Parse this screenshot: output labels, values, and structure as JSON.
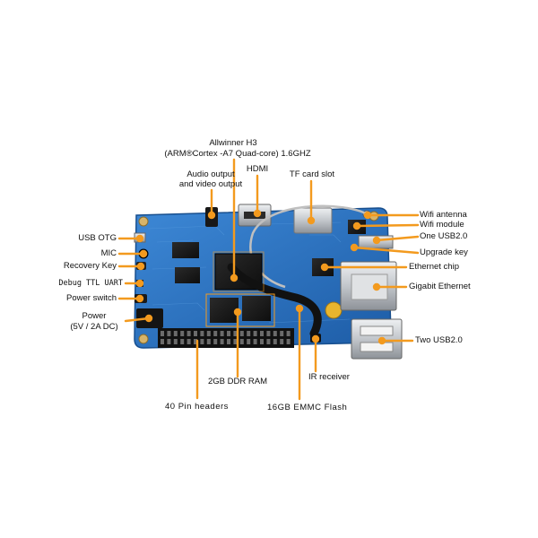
{
  "labels": {
    "cpu_line1": "Allwinner H3",
    "cpu_line2": "(ARM®Cortex  -A7 Quad-core) 1.6GHZ",
    "hdmi": "HDMI",
    "audio_line1": "Audio output",
    "audio_line2": "and video output",
    "tf_card": "TF card slot",
    "wifi_antenna": "Wifi antenna",
    "wifi_module": "Wifi module",
    "one_usb": "One USB2.0",
    "upgrade_key": "Upgrade key",
    "ethernet_chip": "Ethernet chip",
    "gigabit_ethernet": "Gigabit Ethernet",
    "two_usb": "Two USB2.0",
    "usb_otg": "USB OTG",
    "mic": "MIC",
    "recovery_key": "Recovery Key",
    "debug_uart": "Debug TTL UART",
    "power_switch": "Power switch",
    "power_line1": "Power",
    "power_line2": "(5V / 2A DC)",
    "ddr_ram": "2GB DDR RAM",
    "ir_receiver": "IR receiver",
    "pin_headers": "40 Pin headers",
    "emmc": "16GB EMMC Flash"
  },
  "colors": {
    "leader": "#f39a1e",
    "pcb": "#2f78c8",
    "pcb_dark": "#1f5ea8",
    "chip": "#1c1c1c",
    "metal": "#c9ccd0",
    "header_pins": "#222222"
  }
}
